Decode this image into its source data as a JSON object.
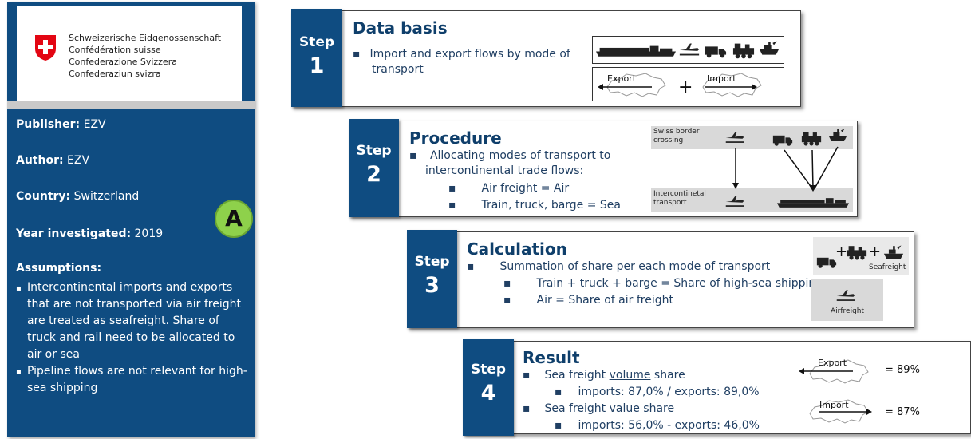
{
  "sidebar": {
    "admin_lines": [
      "Schweizerische Eidgenossenschaft",
      "Confédération suisse",
      "Confederazione Svizzera",
      "Confederaziun svizra"
    ],
    "publisher": {
      "label": "Publisher:",
      "value": "EZV"
    },
    "author": {
      "label": "Author:",
      "value": "EZV"
    },
    "country": {
      "label": "Country:",
      "value": "Switzerland"
    },
    "year": {
      "label": "Year investigated:",
      "value": "2019"
    },
    "assumptions_title": "Assumptions:",
    "assumptions": [
      "Intercontinental imports and exports that are not transported via air freight are treated as seafreight. Share of truck and rail need to be allocated to air or sea",
      "Pipeline flows are not relevant for high-sea shipping"
    ],
    "badge": "A"
  },
  "steps": [
    {
      "word": "Step",
      "number": "1",
      "title": "Data basis",
      "bullets": [
        "Import and export flows by mode of transport"
      ],
      "export_label": "Export",
      "import_label": "Import",
      "plus": "+"
    },
    {
      "word": "Step",
      "number": "2",
      "title": "Procedure",
      "bullets": [
        "Allocating modes of transport to intercontinental trade flows:"
      ],
      "sub_bullets": [
        "Air freight = Air",
        "Train, truck, barge = Sea"
      ],
      "swiss_border": "Swiss border crossing",
      "intercontinental": "Intercontinetal transport"
    },
    {
      "word": "Step",
      "number": "3",
      "title": "Calculation",
      "bullets": [
        "Summation of share per each mode of transport"
      ],
      "sub_bullets": [
        "Train + truck + barge = Share of high-sea shipping",
        "Air = Share of air freight"
      ],
      "seafreight_label": "Seafreight",
      "airfreight_label": "Airfreight"
    },
    {
      "word": "Step",
      "number": "4",
      "title": "Result",
      "bullet_1_pre": "Sea freight ",
      "bullet_1_u": "volume",
      "bullet_1_post": " share",
      "sub_1": "imports: 87,0% / exports: 89,0%",
      "bullet_2_pre": "Sea freight ",
      "bullet_2_u": "value",
      "bullet_2_post": " share",
      "sub_2": "imports: 56,0% - exports: 46,0%",
      "export_label": "Export",
      "export_value": "= 89%",
      "import_label": "Import",
      "import_value": "= 87%"
    }
  ]
}
